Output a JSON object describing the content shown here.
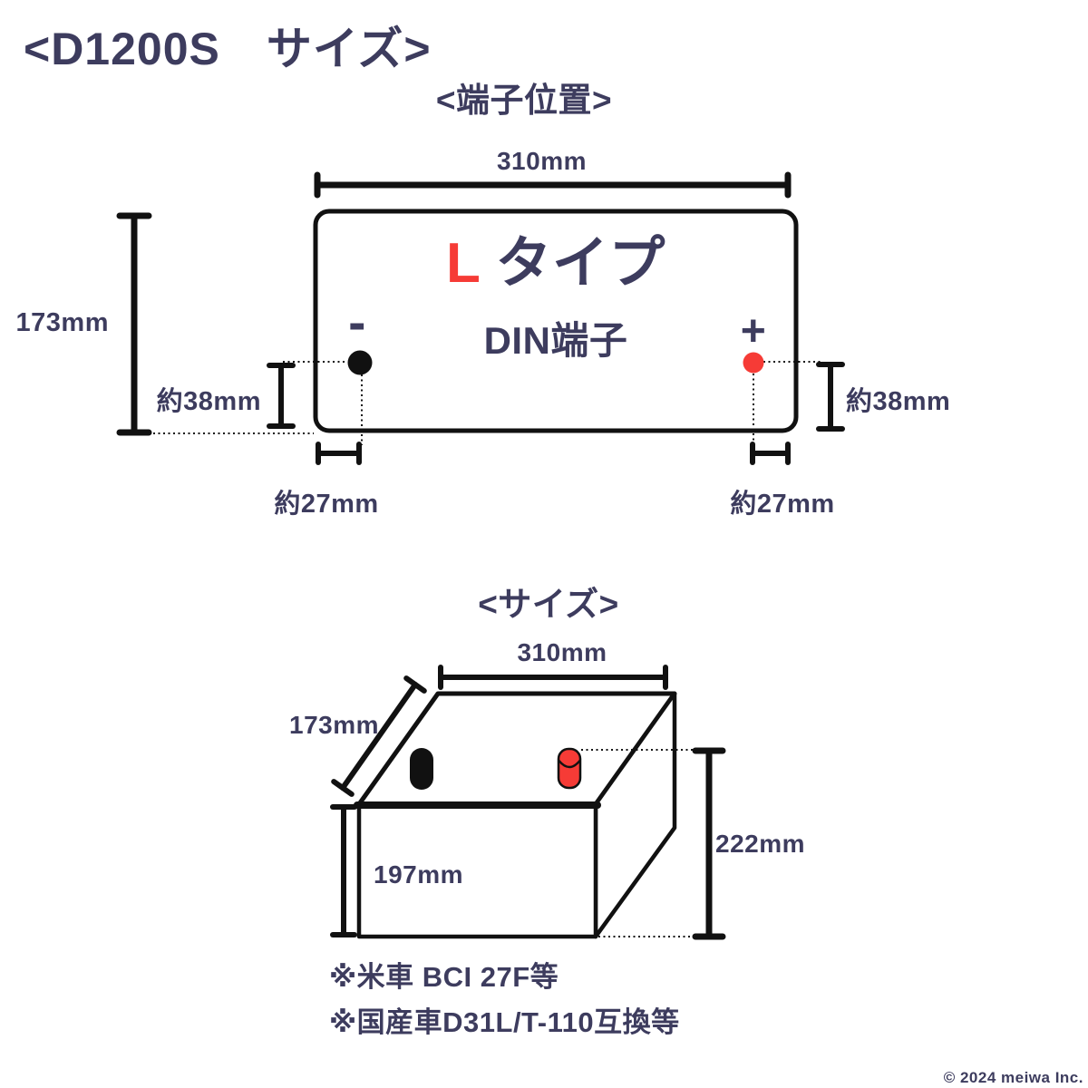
{
  "colors": {
    "navy": "#3d3c5e",
    "red": "#f63b36",
    "ink": "#111111",
    "background": "#ffffff"
  },
  "title": "<D1200S　サイズ>",
  "terminal_diagram": {
    "heading": "<端子位置>",
    "width_label": "310mm",
    "height_label": "173mm",
    "battery_type_prefix": "L",
    "battery_type_suffix": "タイプ",
    "terminal_type": "DIN端子",
    "minus_sign": "-",
    "plus_sign": "+",
    "terminal_height_left": "約38mm",
    "terminal_height_right": "約38mm",
    "terminal_inset_left": "約27mm",
    "terminal_inset_right": "約27mm"
  },
  "size_diagram": {
    "heading": "<サイズ>",
    "width_label": "310mm",
    "depth_label": "173mm",
    "case_height_label": "197mm",
    "total_height_label": "222mm"
  },
  "notes": [
    "※米車 BCI 27F等",
    "※国産車D31L/T-110互換等"
  ],
  "footer": {
    "copyright": "© 2024 meiwa Inc."
  }
}
